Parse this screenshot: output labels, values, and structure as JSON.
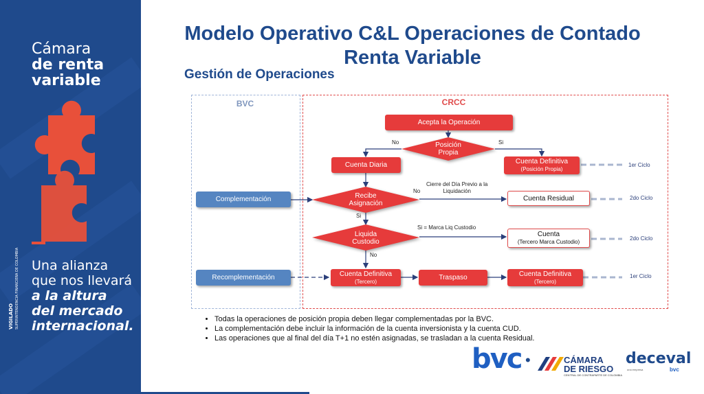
{
  "sidebar": {
    "brand": [
      "Cámara",
      "de renta",
      "variable"
    ],
    "tagline": [
      "Una alianza",
      "que nos llevará",
      "a la altura",
      "del mercado",
      "internacional."
    ],
    "vigilado": "VIGILADO",
    "vigilado_sub": "SUPERINTENDENCIA FINANCIERA DE COLOMBIA",
    "colors": {
      "panel": "#1f4a8c",
      "puzzle": "#e8503a"
    }
  },
  "title": [
    "Modelo Operativo C&L Operaciones de Contado",
    "Renta Variable"
  ],
  "subtitle": "Gestión de Operaciones",
  "diagram": {
    "bvc_header": "BVC",
    "crcc_header": "CRCC",
    "bvc_boxes": {
      "complementacion": "Complementación",
      "recomplementacion": "Recomplementación"
    },
    "nodes": {
      "acepta": "Acepta la Operación",
      "posicion": [
        "Posición",
        "Propia"
      ],
      "cuenta_diaria": "Cuenta Diaria",
      "cuenta_def_propia": [
        "Cuenta Definitiva",
        "(Posición Propia)"
      ],
      "recibe": [
        "Recibe",
        "Asignación"
      ],
      "cuenta_residual": "Cuenta Residual",
      "liquida": [
        "Liquida",
        "Custodio"
      ],
      "cuenta_tercero": [
        "Cuenta",
        "(Tercero  Marca Custodio)"
      ],
      "cuenta_def_tercero_left": [
        "Cuenta Definitiva",
        "(Tercero)"
      ],
      "traspaso": "Traspaso",
      "cuenta_def_tercero_right": [
        "Cuenta Definitiva",
        "(Tercero)"
      ]
    },
    "edge_labels": {
      "no_top": "No",
      "si_top": "Si",
      "no_recibe": "No",
      "cierre": [
        "Cierre del Día Previo a la",
        "Liquidación"
      ],
      "si_recibe": "Si",
      "si_marca": "Si = Marca Liq Custodio",
      "no_liquida": "No"
    },
    "cycles": [
      "1er Ciclo",
      "2do Ciclo",
      "2do Ciclo",
      "1er Ciclo"
    ],
    "colors": {
      "red": "#e63b3b",
      "blue": "#5585c1",
      "crcc_frame": "#e04a4a",
      "bvc_frame": "#9fb4d8"
    }
  },
  "bullets": [
    "Todas la operaciones de posición propia deben llegar complementadas por la BVC.",
    "La complementación debe incluir la información de la cuenta inversionista y la cuenta CUD.",
    "Las operaciones que al final del día T+1 no estén asignadas, se trasladan a la cuenta Residual."
  ],
  "logos": {
    "bvc": "bvc",
    "camara": [
      "CÁMARA",
      "DE RIESGO"
    ],
    "camara_sub": "CENTRAL DE CONTRAPARTE DE COLOMBIA",
    "deceval": "deceval",
    "deceval_sub": "una empresa",
    "deceval_bvc": "bvc"
  }
}
